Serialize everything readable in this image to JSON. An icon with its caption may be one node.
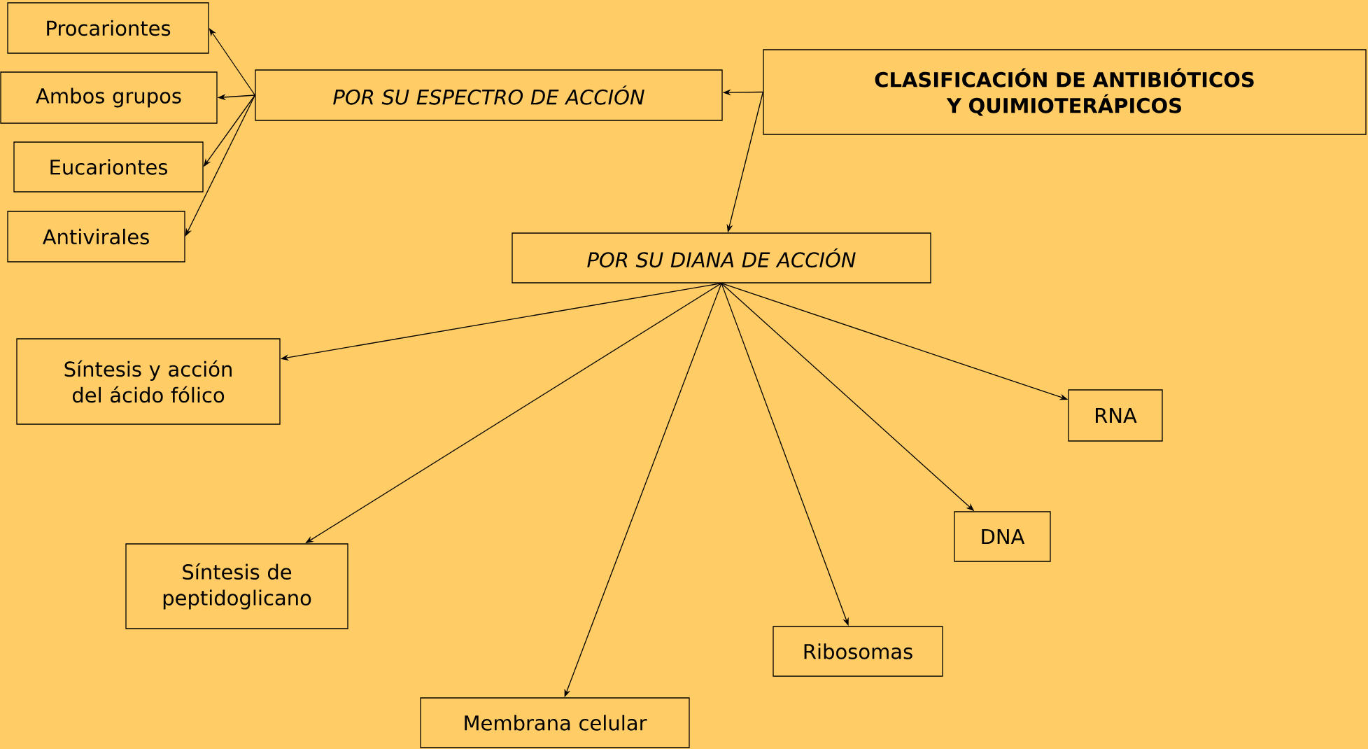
{
  "diagram": {
    "nodes": [
      {
        "text": [
          "CLASIFICACIÓN DE ANTIBIÓTICOS Y QUIMIOTERÁPICOS"
        ]
      },
      {
        "text": [
          "POR SU ESPECTRO DE ACCIÓN"
        ]
      },
      {
        "text": [
          "Procariontes"
        ]
      },
      {
        "text": [
          "Ambos grupos"
        ]
      },
      {
        "text": [
          "Eucariontes"
        ]
      },
      {
        "text": [
          "Antivirales"
        ]
      },
      {
        "text": [
          "POR SU DIANA DE ACCIÓN"
        ]
      },
      {
        "text": [
          "Síntesis y acción del ácido fólico"
        ]
      },
      {
        "text": [
          "Síntesis de peptidoglicano"
        ]
      },
      {
        "text": [
          "Membrana celular"
        ]
      },
      {
        "text": [
          "Ribosomas"
        ]
      },
      {
        "text": [
          "DNA"
        ]
      },
      {
        "text": [
          "RNA"
        ]
      }
    ],
    "edges": [
      {
        "from": 0,
        "to": 1,
        "arrow": "to"
      },
      {
        "from": 0,
        "to": 6,
        "arrow": "to"
      },
      {
        "from": 1,
        "to": 2,
        "arrow": "to"
      },
      {
        "from": 1,
        "to": 3,
        "arrow": "to"
      },
      {
        "from": 1,
        "to": 4,
        "arrow": "to"
      },
      {
        "from": 1,
        "to": 5,
        "arrow": "to"
      },
      {
        "from": 6,
        "to": 7,
        "arrow": "to"
      },
      {
        "from": 6,
        "to": 8,
        "arrow": "to"
      },
      {
        "from": 6,
        "to": 9,
        "arrow": "to"
      },
      {
        "from": 6,
        "to": 10,
        "arrow": "to"
      },
      {
        "from": 6,
        "to": 11,
        "arrow": "to"
      },
      {
        "from": 6,
        "to": 12,
        "arrow": "to"
      }
    ]
  }
}
